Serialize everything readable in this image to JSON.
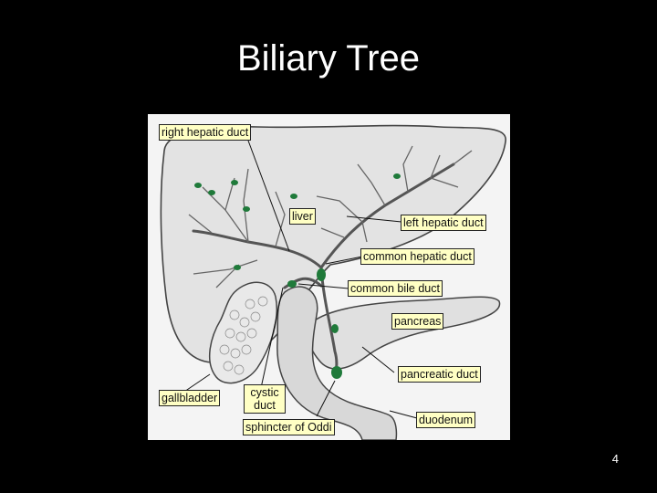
{
  "slide": {
    "title": "Biliary Tree",
    "page_number": "4"
  },
  "labels": {
    "right_hepatic_duct": "right hepatic duct",
    "liver": "liver",
    "left_hepatic_duct": "left hepatic duct",
    "common_hepatic_duct": "common hepatic duct",
    "common_bile_duct": "common bile duct",
    "pancreas": "pancreas",
    "pancreatic_duct": "pancreatic duct",
    "gallbladder": "gallbladder",
    "cystic_duct_line1": "cystic",
    "cystic_duct_line2": "duct",
    "sphincter_of_oddi": "sphincter of Oddi",
    "duodenum": "duodenum"
  },
  "colors": {
    "label_bg": "#ffffc4",
    "duct_marker": "#1f7a3a",
    "background": "#000000"
  }
}
